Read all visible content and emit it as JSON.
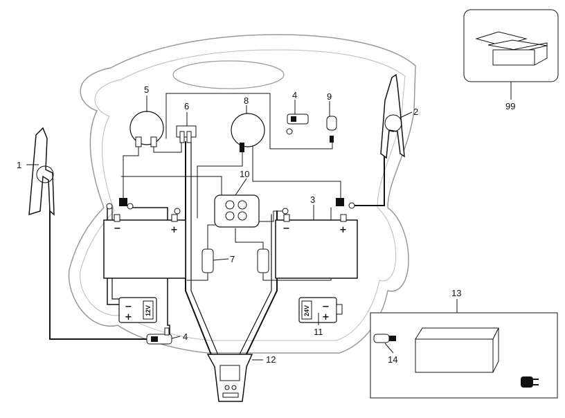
{
  "diagram": {
    "callouts": {
      "c1": "1",
      "c2": "2",
      "c3": "3",
      "c4a": "4",
      "c4b": "4",
      "c5": "5",
      "c6": "6",
      "c7": "7",
      "c8": "8",
      "c9": "9",
      "c10": "10",
      "c11": "11",
      "c12": "12",
      "c13": "13",
      "c14": "14",
      "c99": "99"
    },
    "battery_left": {
      "minus": "−",
      "plus": "+"
    },
    "battery_right": {
      "minus": "−",
      "plus": "+"
    },
    "charger_small_12": {
      "label": "12V"
    },
    "charger_small_24": {
      "label": "24V"
    }
  }
}
